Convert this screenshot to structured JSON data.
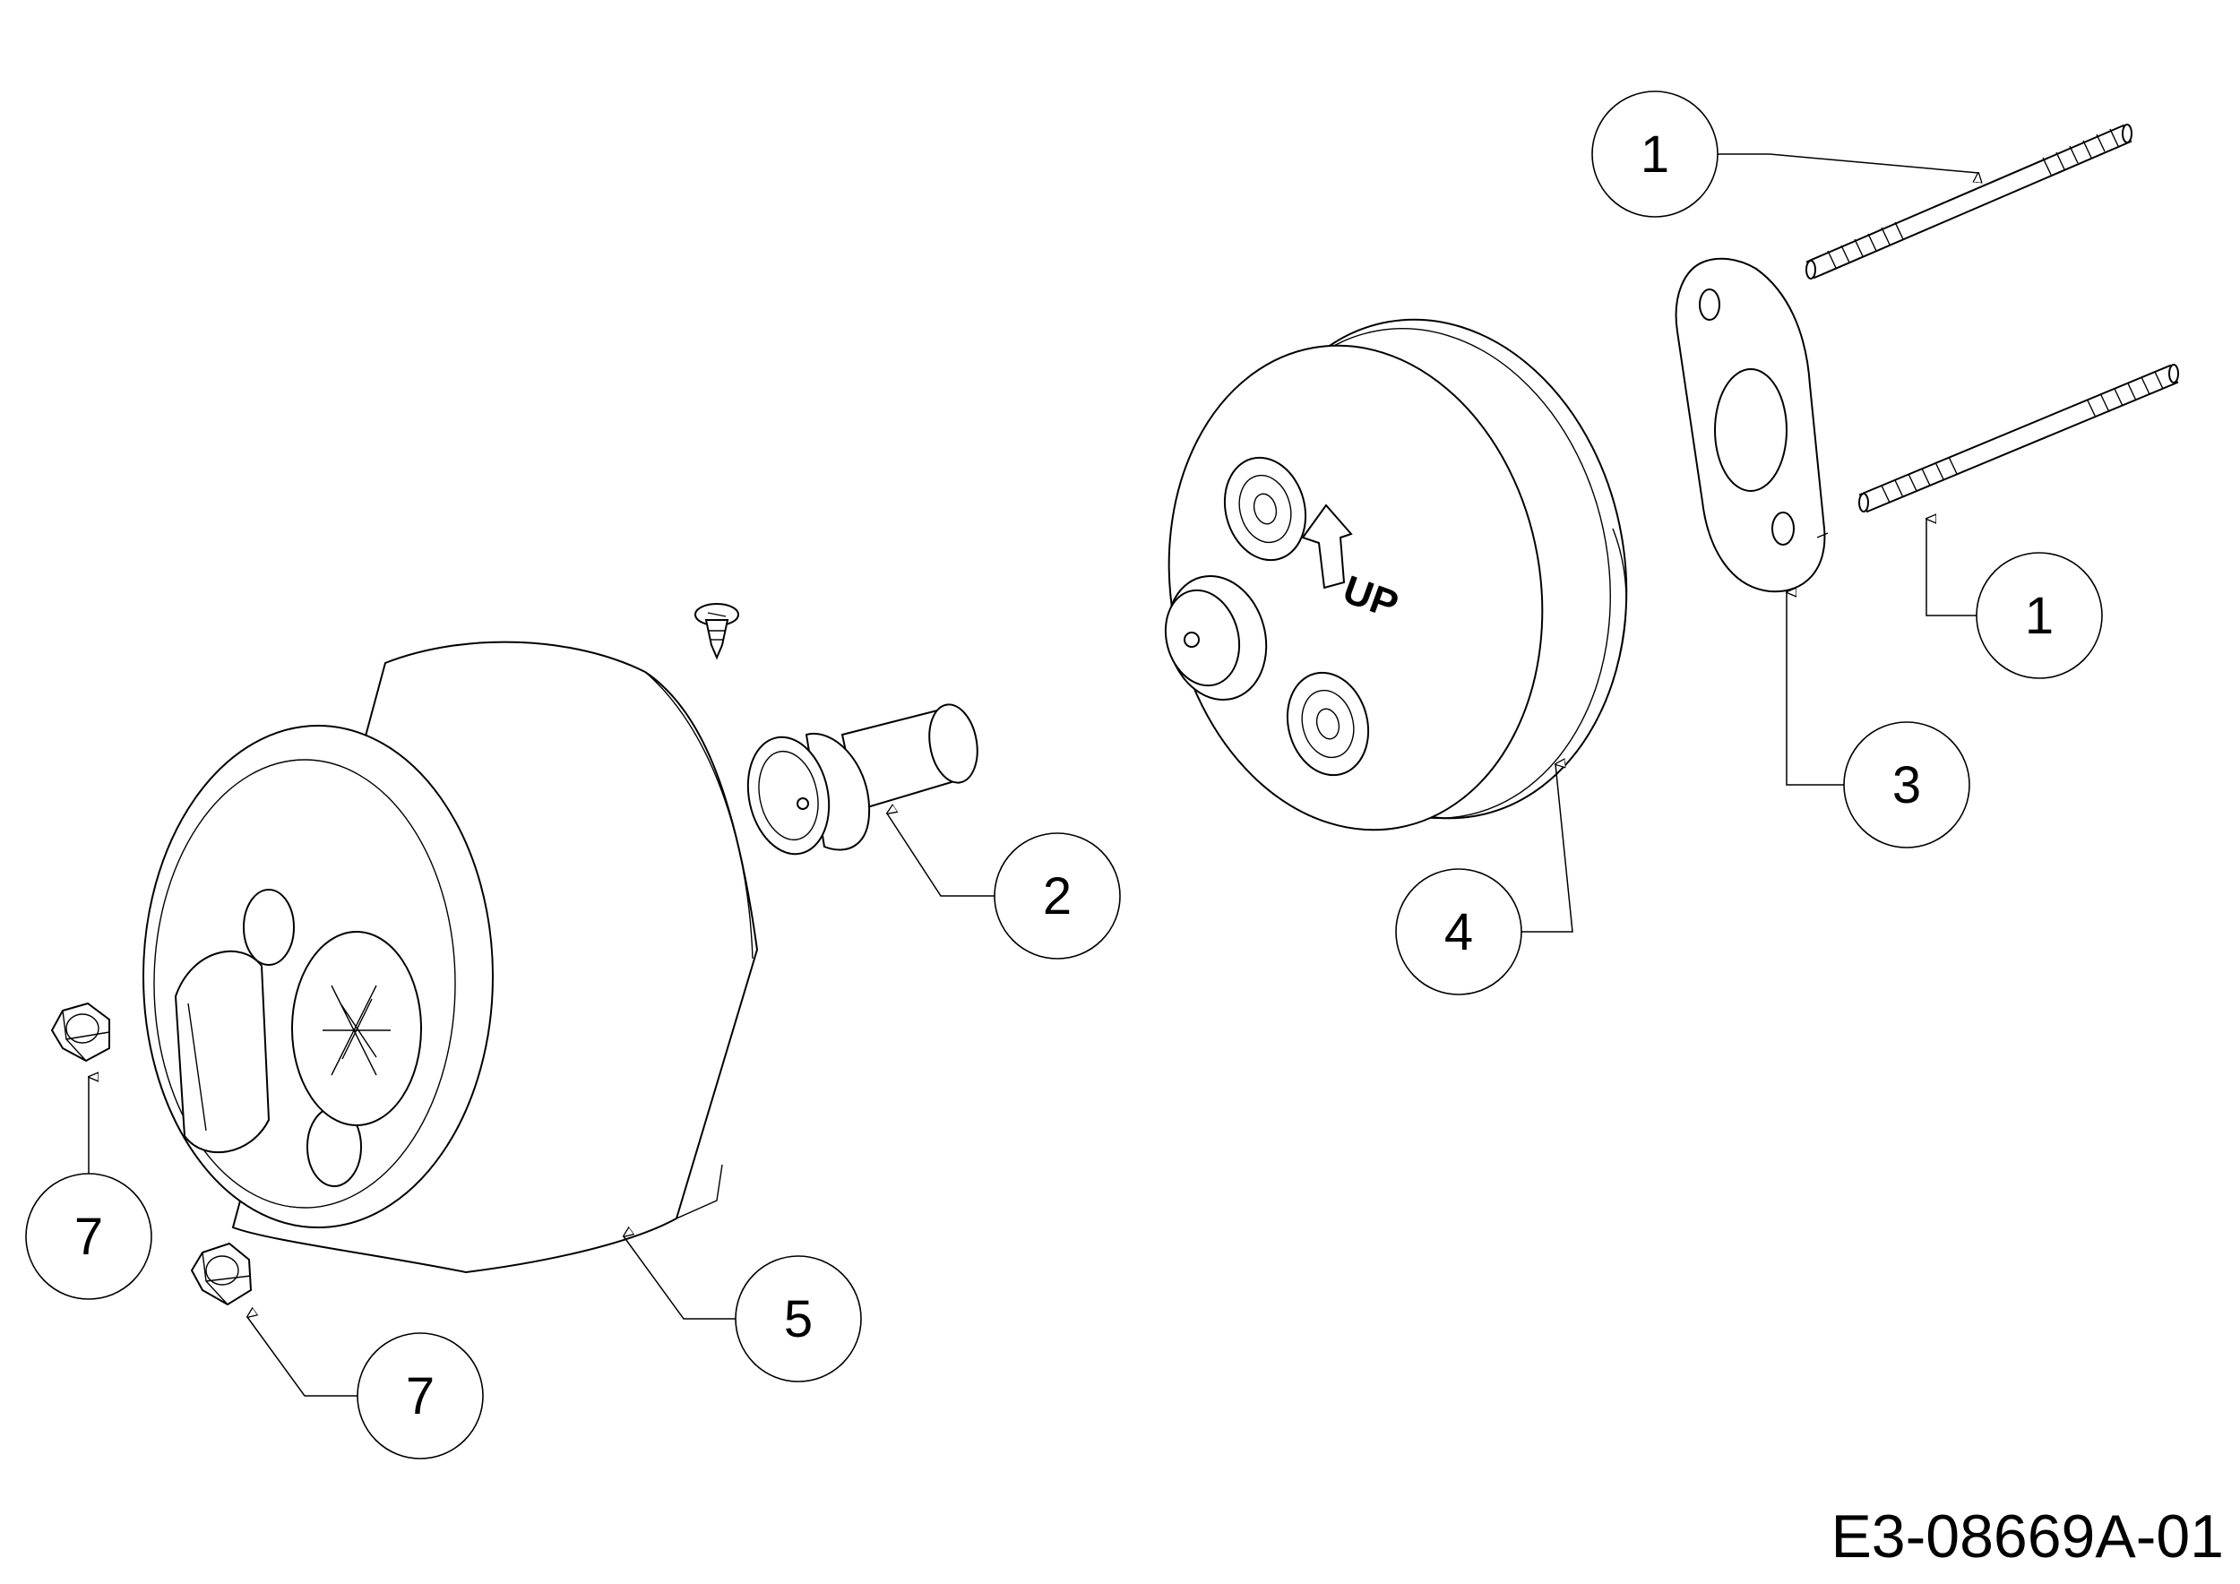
{
  "callouts": [
    {
      "id": "c1a",
      "label": "1"
    },
    {
      "id": "c1b",
      "label": "1"
    },
    {
      "id": "c2",
      "label": "2"
    },
    {
      "id": "c3",
      "label": "3"
    },
    {
      "id": "c4",
      "label": "4"
    },
    {
      "id": "c5",
      "label": "5"
    },
    {
      "id": "c7a",
      "label": "7"
    },
    {
      "id": "c7b",
      "label": "7"
    }
  ],
  "muffler_embossing": "UP",
  "drawing_id": "E3-08669A-01"
}
